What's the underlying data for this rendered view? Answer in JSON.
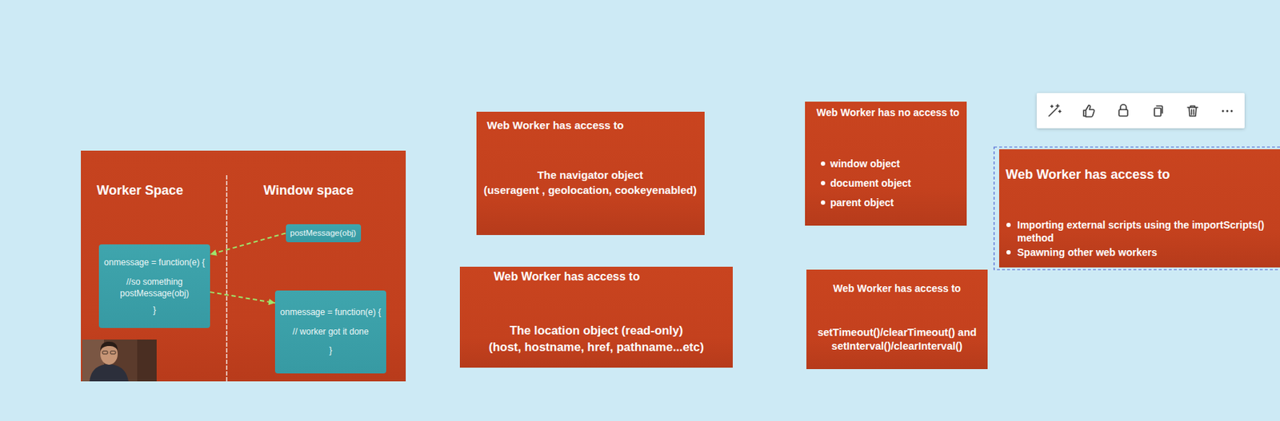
{
  "diagram": {
    "nodes": [
      {
        "text": [
          "Worker Space",
          "Window space"
        ]
      },
      {
        "text": [
          "onmessage = function(e) {",
          "//so something",
          "postMessage(obj)",
          "}"
        ],
        "in": 0
      },
      {
        "text": [
          "postMessage(obj)"
        ],
        "in": 0
      },
      {
        "text": [
          "onmessage = function(e) {",
          "// worker got it done",
          "}"
        ],
        "in": 0
      },
      {
        "text": [
          "Web Worker has access to",
          "The navigator object",
          "(useragent , geolocation, cookeyenabled)"
        ]
      },
      {
        "text": [
          "Web Worker has access to",
          "The location object (read-only)",
          "(host, hostname, href, pathname...etc)"
        ]
      },
      {
        "text": [
          "Web Worker has no access to",
          "window object",
          "document object",
          "parent object"
        ]
      },
      {
        "text": [
          "Web Worker has access to",
          "setTimeout()/clearTimeout() and setInterval()/clearInterval()"
        ]
      },
      {
        "text": [
          "Web Worker has access to",
          "Importing external scripts using the importScripts() method",
          "Spawning other web workers"
        ]
      }
    ],
    "edges": [
      {
        "from": 2,
        "to": 1,
        "arrow": "to"
      },
      {
        "from": 1,
        "to": 3,
        "arrow": "to"
      }
    ]
  }
}
